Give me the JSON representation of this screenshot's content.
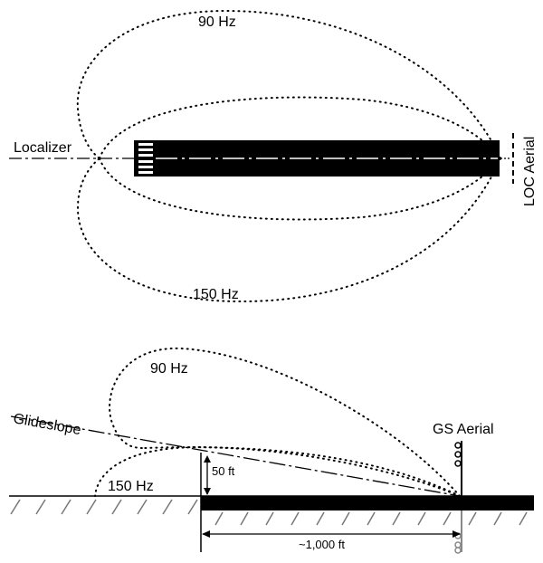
{
  "colors": {
    "ink": "#000000",
    "ground_hatch": "#777777",
    "background": "#ffffff",
    "antenna_base": "#888888"
  },
  "top_view": {
    "lobe_upper_label": "90 Hz",
    "lobe_lower_label": "150 Hz",
    "localizer_label": "Localizer",
    "loc_aerial_label": "LOC Aerial"
  },
  "side_view": {
    "lobe_upper_label": "90 Hz",
    "lobe_lower_label": "150 Hz",
    "glideslope_label": "Glideslope",
    "gs_aerial_label": "GS Aerial",
    "height_label": "50 ft",
    "distance_label": "~1,000 ft"
  }
}
